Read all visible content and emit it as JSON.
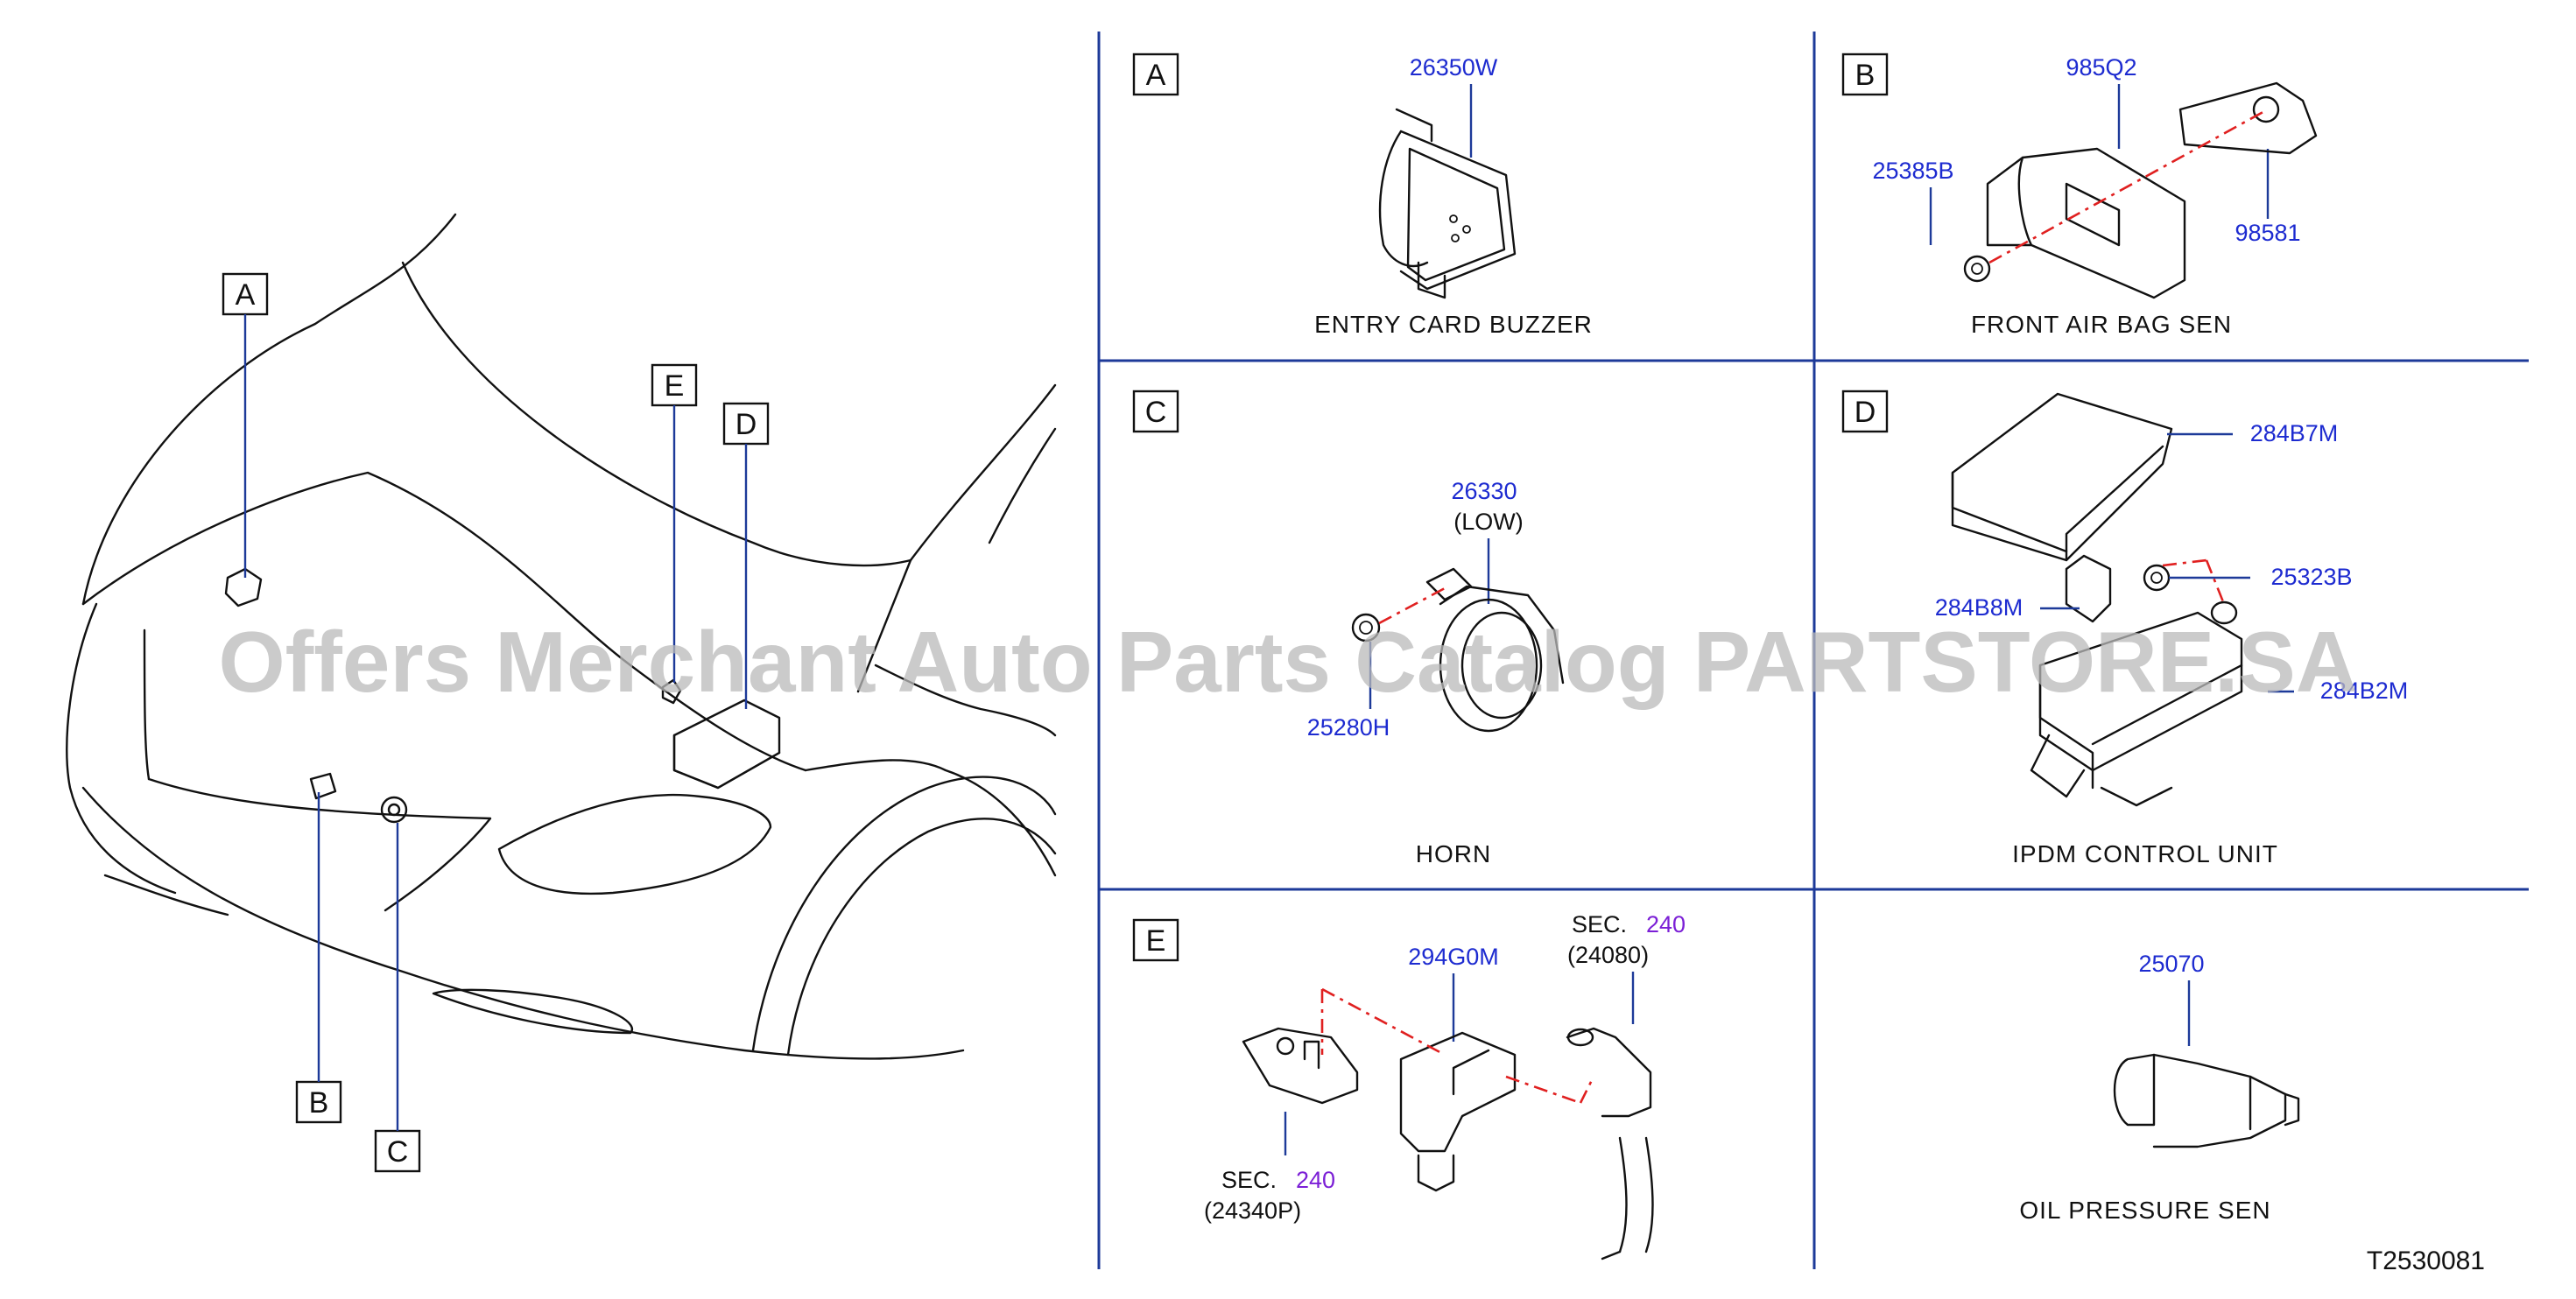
{
  "overview": {
    "callouts": [
      "A",
      "B",
      "C",
      "D",
      "E"
    ]
  },
  "panels": {
    "A": {
      "letter": "A",
      "part": "26350W",
      "caption": "ENTRY   CARD   BUZZER"
    },
    "B": {
      "letter": "B",
      "parts": [
        "985Q2",
        "25385B",
        "98581"
      ],
      "caption": "FRONT   AIR   BAG   SEN"
    },
    "C": {
      "letter": "C",
      "parts": [
        "26330",
        "25280H"
      ],
      "note": "(LOW)",
      "caption": "HORN"
    },
    "D": {
      "letter": "D",
      "parts": [
        "284B7M",
        "25323B",
        "284B8M",
        "284B2M"
      ],
      "caption": "IPDM   CONTROL   UNIT"
    },
    "E": {
      "letter": "E",
      "part": "294G0M",
      "sec_top": {
        "label": "SEC.",
        "num": "240",
        "ref": "(24080)"
      },
      "sec_bottom": {
        "label": "SEC.",
        "num": "240",
        "ref": "(24340P)"
      }
    },
    "F": {
      "part": "25070",
      "caption": "OIL   PRESSURE   SEN"
    }
  },
  "diagram_id": "T2530081",
  "watermark": "Offers Merchant Auto Parts Catalog PARTSTORE.SA",
  "colors": {
    "part_number": "#1d2bd0",
    "leader": "#1d3a99",
    "dashed": "#e02020",
    "section": "#7b1fd6"
  }
}
